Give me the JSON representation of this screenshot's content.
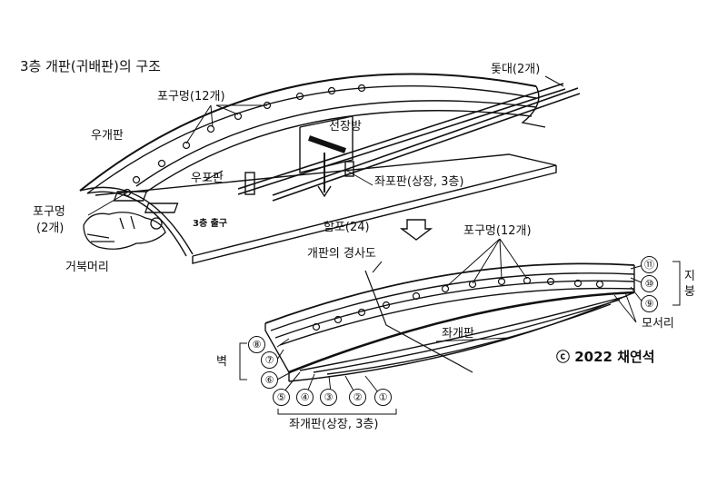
{
  "title": "3층 개판(귀배판)의 구조",
  "labels": {
    "dotdae": "돛대(2개)",
    "pogu_top": "포구멍(12개)",
    "ugaepan": "우개판",
    "seonjangbang": "선장방",
    "upopan": "우포판",
    "jwapopan": "좌포판(상장, 3층)",
    "pogu_head": "포구멍",
    "pogu_head_count": "(2개)",
    "floor3_exit": "3층 출구",
    "hampo": "함포(24)",
    "geobuk_head": "거북머리",
    "gyeongsado": "개판의 경사도",
    "pogu_bottom": "포구멍(12개)",
    "moseori": "모서리",
    "jwagaepan": "좌개판",
    "byeok": "벽",
    "jibung": "지붕",
    "bottom_caption": "좌개판(상장, 3층)",
    "copyright": "ⓒ 2022 채연석"
  },
  "numbers": {
    "n1": "①",
    "n2": "②",
    "n3": "③",
    "n4": "④",
    "n5": "⑤",
    "n6": "⑥",
    "n7": "⑦",
    "n8": "⑧",
    "n9": "⑨",
    "n10": "⑩",
    "n11": "⑪"
  },
  "icons": {
    "arrow": "down-arrow-icon"
  }
}
